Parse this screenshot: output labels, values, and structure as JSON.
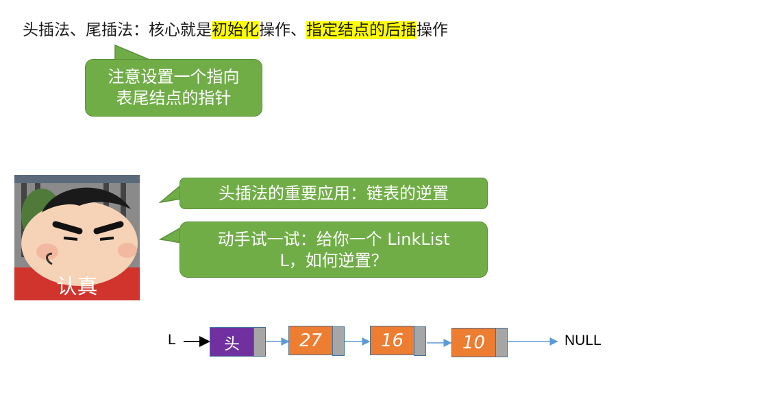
{
  "header": {
    "part1": "头插法、尾插法：核心就是",
    "highlight1": "初始化",
    "part2": "操作、",
    "highlight2": "指定结点的后插",
    "part3": "操作"
  },
  "callouts": {
    "tail_pointer": [
      "注意设置一个指向",
      "表尾结点的指针"
    ],
    "application": "头插法的重要应用：链表的逆置",
    "try_it": [
      "动手试一试：给你一个 LinkList",
      "L，如何逆置？"
    ]
  },
  "avatar": {
    "caption": "认真"
  },
  "linked_list": {
    "pointer_label": "L",
    "head_label": "头",
    "values": [
      "27",
      "16",
      "10"
    ],
    "end_label": "NULL",
    "colors": {
      "head": "#7030a0",
      "node": "#ed7d31",
      "pointer_cell": "#a6a6a6",
      "arrow": "#5b9bd5"
    }
  }
}
